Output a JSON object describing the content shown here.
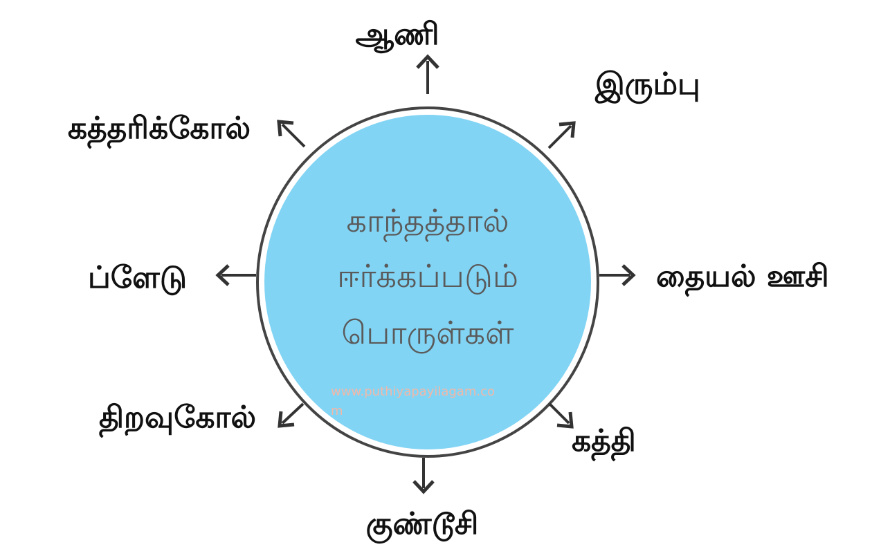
{
  "center": {
    "lines": [
      "காந்தத்தால்",
      "ஈர்க்கப்படும்",
      "பொருள்கள்"
    ],
    "fill_color": "#82d4f4",
    "border_color": "#444444"
  },
  "items": [
    {
      "id": "top",
      "label": "ஆணி"
    },
    {
      "id": "top-right",
      "label": "இரும்பு"
    },
    {
      "id": "right",
      "label": "தையல் ஊசி"
    },
    {
      "id": "bottom-right",
      "label": "கத்தி"
    },
    {
      "id": "bottom",
      "label": "குண்டூசி"
    },
    {
      "id": "bottom-left",
      "label": "திறவுகோல்"
    },
    {
      "id": "left",
      "label": "ப்ளேடு"
    },
    {
      "id": "top-left",
      "label": "கத்தரிக்கோல்"
    }
  ],
  "watermark": {
    "line1": "www.puthiyapayilagam.co",
    "line2": "m"
  },
  "arrow_color": "#333333"
}
